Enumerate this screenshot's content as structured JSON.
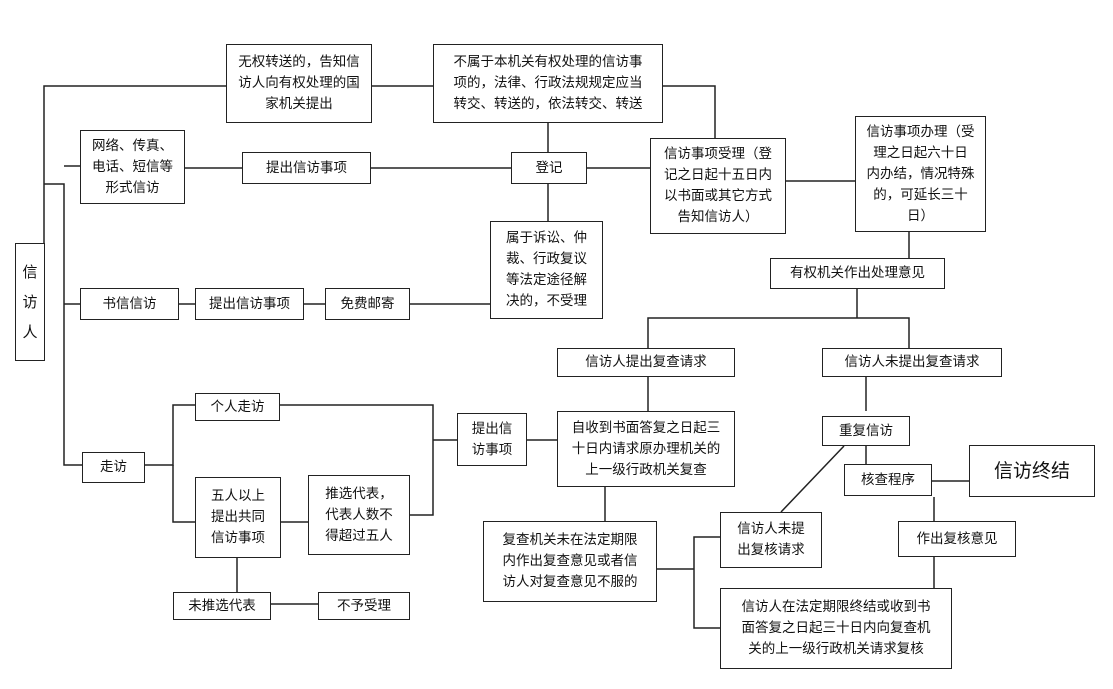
{
  "boxes": {
    "xinfangren": "信\n访\n人",
    "wuquan": "无权转送的，告知信\n访人向有权处理的国\n家机关提出",
    "bushuyu": "不属于本机关有权处理的信访事\n项的，法律、行政法规规定应当\n转交、转送的，依法转交、转送",
    "wangluo": "网络、传真、\n电话、短信等\n形式信访",
    "tichu1": "提出信访事项",
    "dengji": "登记",
    "shouli": "信访事项受理（登\n记之日起十五日内\n以书面或其它方式\n告知信访人）",
    "banli": "信访事项办理（受\n理之日起六十日\n内办结，情况特殊\n的，可延长三十\n日）",
    "shuyu": "属于诉讼、仲\n裁、行政复议\n等法定途径解\n决的，不受理",
    "shuxin": "书信信访",
    "tichu2": "提出信访事项",
    "mianfei": "免费邮寄",
    "youquan": "有权机关作出处理意见",
    "tifucha": "信访人提出复查请求",
    "weitifucha": "信访人未提出复查请求",
    "gerenzoufang": "个人走访",
    "tichu3": "提出信\n访事项",
    "zilshoudao": "自收到书面答复之日起三\n十日内请求原办理机关的\n上一级行政机关复查",
    "chongfu": "重复信访",
    "zoufang": "走访",
    "hecha": "核查程序",
    "zhongjie": "信访终结",
    "wurenyishang": "五人以上\n提出共同\n信访事项",
    "tuixuan": "推选代表，\n代表人数不\n得超过五人",
    "fuchajiguan": "复查机关未在法定期限\n内作出复查意见或者信\n访人对复查意见不服的",
    "weitifuhe": "信访人未提\n出复核请求",
    "zuochufuhe": "作出复核意见",
    "weituixuan": "未推选代表",
    "buyushouli": "不予受理",
    "fuhe": "信访人在法定期限终结或收到书\n面答复之日起三十日内向复查机\n关的上一级行政机关请求复核"
  }
}
